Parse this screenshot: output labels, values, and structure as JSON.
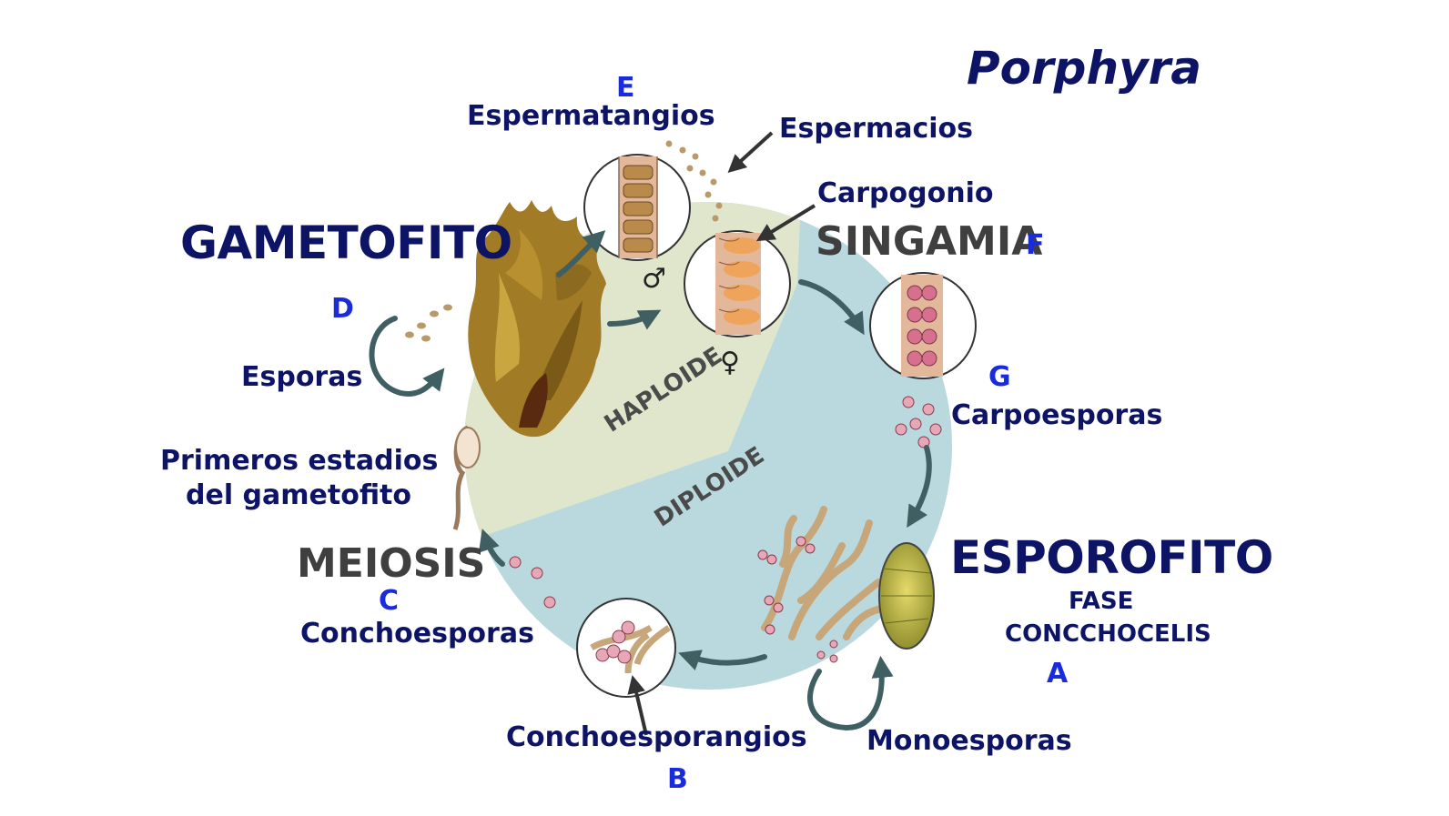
{
  "title": "Porphyra",
  "phases": {
    "haploid": "HAPLOIDE",
    "diploid": "DIPLOIDE"
  },
  "stages": {
    "gametophyte": "GAMETOFITO",
    "sporophyte": "ESPOROFITO",
    "syngamy": "SINGAMIA",
    "meiosis": "MEIOSIS",
    "phase_line1": "FASE",
    "phase_line2": "CONCCHOCELIS"
  },
  "labels": {
    "spermatangia": "Espermatangios",
    "spermatia": "Espermacios",
    "carpogonium": "Carpogonio",
    "carpospores": "Carpoesporas",
    "spores": "Esporas",
    "early_stages_line1": "Primeros estadios",
    "early_stages_line2": "del gametofito",
    "conchospores": "Conchoesporas",
    "conchosporangia": "Conchoesporangios",
    "monospores": "Monoesporas"
  },
  "letters": {
    "a": "A",
    "b": "B",
    "c": "C",
    "d": "D",
    "e": "E",
    "f": "F",
    "g": "G"
  },
  "symbols": {
    "male": "♂",
    "female": "♀"
  },
  "colors": {
    "label_navy": "#0d1466",
    "letter_blue": "#1a2bdc",
    "stage_gray": "#3f3f3f",
    "haploid_fill": "#dfe6cc",
    "diploid_fill": "#b9d9df",
    "arrow": "#3f5f62",
    "spore_pink": "#e6a7b6"
  }
}
